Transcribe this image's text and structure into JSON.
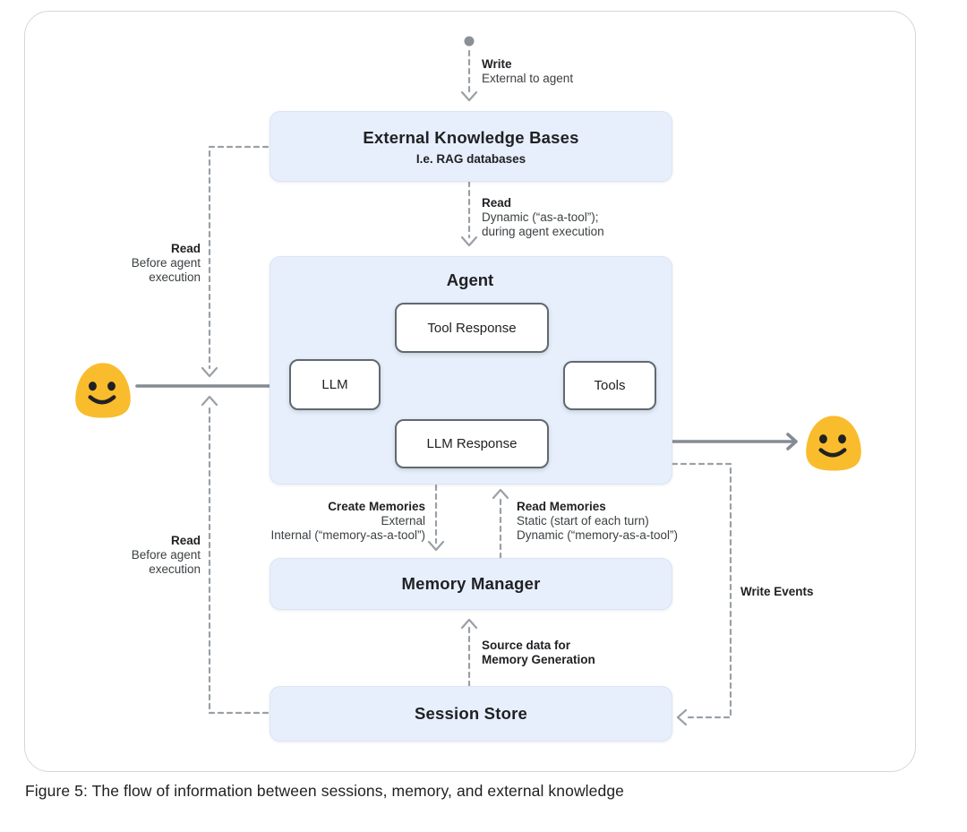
{
  "figure": {
    "caption": "Figure 5: The flow of information between sessions, memory, and external knowledge"
  },
  "nodes": {
    "external_kb": {
      "title": "External Knowledge Bases",
      "subtitle": "I.e. RAG databases"
    },
    "agent": {
      "title": "Agent"
    },
    "tool_response": {
      "label": "Tool Response"
    },
    "llm": {
      "label": "LLM"
    },
    "tools": {
      "label": "Tools"
    },
    "llm_response": {
      "label": "LLM Response"
    },
    "memory_manager": {
      "title": "Memory Manager"
    },
    "session_store": {
      "title": "Session Store"
    }
  },
  "edge_labels": {
    "write_top": {
      "title": "Write",
      "line1": "External to agent"
    },
    "read_dynamic": {
      "title": "Read",
      "line1": "Dynamic (“as-a-tool”);",
      "line2": "during agent execution"
    },
    "read_before_top": {
      "title": "Read",
      "line1": "Before agent",
      "line2": "execution"
    },
    "read_before_bottom": {
      "title": "Read",
      "line1": "Before agent",
      "line2": "execution"
    },
    "create_memories": {
      "title": "Create Memories",
      "line1": "External",
      "line2": "Internal (“memory-as-a-tool”)"
    },
    "read_memories": {
      "title": "Read Memories",
      "line1": "Static (start of each turn)",
      "line2": "Dynamic (“memory-as-a-tool”)"
    },
    "source_data": {
      "title": "Source data for",
      "line1": "Memory Generation"
    },
    "write_events": {
      "title": "Write Events"
    }
  },
  "icons": {
    "user_left": "blob-smiley-emoji",
    "user_right": "blob-smiley-emoji"
  },
  "colors": {
    "node_fill": "#e7effc",
    "node_border": "#dbe4f6",
    "white_node_border": "#60696f",
    "solid_arrow": "#848b93",
    "dashed_line": "#9aa0a6",
    "emoji_yellow": "#f9bc2d",
    "text_primary": "#202124",
    "text_secondary": "#3c4043",
    "frame_border": "#d7d7d7"
  }
}
